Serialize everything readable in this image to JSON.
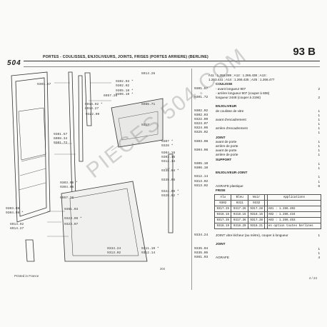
{
  "header": {
    "page_code": "93 B",
    "model": "504",
    "title_main": "PORTES - COULISSES, ENJOLIVEURS, JOINTS, FRISES (PORTES ARRIERE)",
    "title_sub": "(BERLINE)"
  },
  "diagram": {
    "labels": [
      "9301.57",
      "9302.03 *",
      "9302.02",
      "6914.26",
      "9305.10 *",
      "9306.10 *",
      "6957.26",
      "6914.92 *",
      "6914.27",
      "6986.71",
      "9322.09",
      "9317",
      "9307 *",
      "9328 *",
      "9304.16",
      "9303.16",
      "9312.14",
      "9335.04 *",
      "9335.05",
      "9324.05 *",
      "9325.02 *",
      "9301.57",
      "6008.34",
      "9301.72",
      "9303.08 *",
      "9304.08",
      "6957.26",
      "9361.03",
      "9303.08",
      "9304.08 *",
      "9323.09 *",
      "9323.07",
      "6914.92",
      "6914.27",
      "9311.10 *",
      "9312.14",
      "9334.24",
      "9313.02"
    ]
  },
  "parts": [
    {
      "desc": "A11 : 1.266.289 ; A12 : 1.266.438 ; A13 :"
    },
    {
      "desc": "1.263.431 ; A14 : 1.266.425 ; A25 : 1.266.477"
    },
    {
      "ref": "",
      "desc": "COULISSE"
    },
    {
      "ref": "9301.57",
      "desc": "- avant longueur 907",
      "qty": "2"
    },
    {
      "desc": "- arrière longueur 907 (couper à 806)"
    },
    {
      "ref": "9301.72",
      "desc": "longueur 2448 (couper à 2194)",
      "qty": "2"
    },
    {
      "desc": ""
    },
    {
      "desc": "ENJOLIVEUR"
    },
    {
      "ref": "9302.02",
      "desc": "de coulisse de vitre",
      "qty": "1"
    },
    {
      "ref": "9302.03",
      "desc": "",
      "qty": "1"
    },
    {
      "ref": "9322.09",
      "desc": "avant d'encadrement",
      "qty": "1"
    },
    {
      "ref": "9323.07",
      "desc": "",
      "qty": "1"
    },
    {
      "ref": "9324.05",
      "desc": "arrière d'encadrement",
      "qty": "1"
    },
    {
      "ref": "9325.02",
      "desc": "",
      "qty": "1"
    },
    {
      "desc": "JOINT"
    },
    {
      "ref": "9303.08",
      "desc": "avant de porte",
      "qty": "1"
    },
    {
      "desc": "arrière de porte",
      "qty": "1"
    },
    {
      "ref": "9304.08",
      "desc": "avant de porte",
      "qty": "1"
    },
    {
      "desc": "arrière de porte",
      "qty": "1"
    },
    {
      "desc": "SUPPORT"
    },
    {
      "ref": "9305.10",
      "qty": "1"
    },
    {
      "ref": "9306.10",
      "qty": "1"
    },
    {
      "desc": "ENJOLIVEUR-JOINT"
    },
    {
      "ref": "9312.14",
      "qty": "1"
    },
    {
      "ref": "9313.02",
      "qty": "1"
    },
    {
      "ref": "9313.02",
      "desc": "AGRAFE plastique",
      "qty": "6"
    },
    {
      "desc": "FRISE"
    }
  ],
  "frise": {
    "headers": [
      "Alu",
      "Bleu",
      "Noir",
      "",
      "Applications"
    ],
    "rows": [
      [
        "9302",
        "9311",
        "9332",
        "",
        ""
      ],
      [
        "9317.25",
        "9317.26",
        "9317.28",
        "",
        "A01 : 1.266.402"
      ],
      [
        "9318.16",
        "9318.15",
        "9318.16",
        "",
        "A02 : 1.266.434"
      ],
      [
        "9317.35",
        "9317.36",
        "9317.38",
        "",
        "A03 : 1.266.453"
      ],
      [
        "9318.19",
        "9318.20",
        "9318.21",
        "",
        "en option toutes berlines"
      ]
    ]
  },
  "parts_bottom": [
    {
      "ref": "9334.24",
      "desc": "JOINT vitre lécheur (au mètre), couper à longueur",
      "qty": "1"
    },
    {
      "desc": ""
    },
    {
      "desc": "JOINT"
    },
    {
      "ref": "9335.04",
      "qty": "1"
    },
    {
      "ref": "9335.05",
      "qty": "1"
    },
    {
      "ref": "9361.03",
      "desc": "AGRAFE",
      "qty": "4"
    }
  ],
  "watermark": "PIECES 504.COM",
  "footer": {
    "figure": "204",
    "printed": "Printed in France",
    "page": "4 / 24"
  }
}
